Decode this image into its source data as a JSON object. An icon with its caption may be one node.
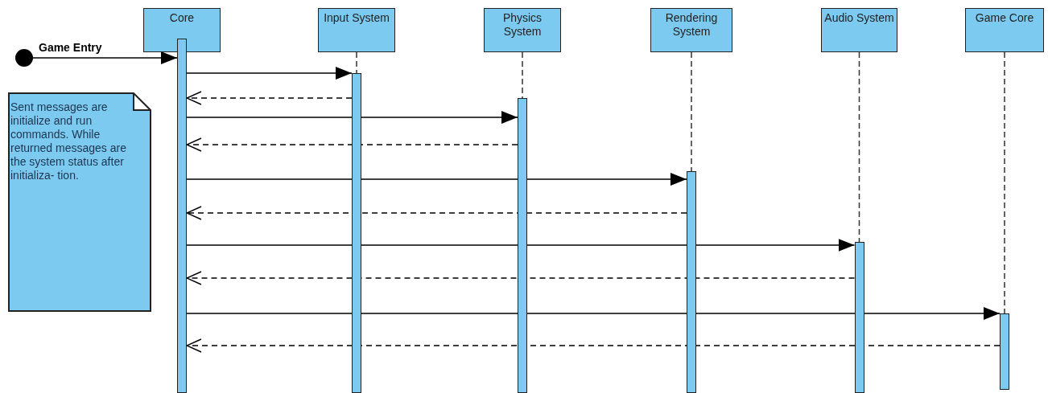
{
  "diagram": {
    "nodes": [
      {
        "text": [
          "Core"
        ]
      },
      {
        "text": [
          "Input System"
        ]
      },
      {
        "text": [
          "Physics System"
        ]
      },
      {
        "text": [
          "Rendering System"
        ]
      },
      {
        "text": [
          "Audio System"
        ]
      },
      {
        "text": [
          "Game Core"
        ]
      },
      {
        "text": [],
        "shape": "circle"
      },
      {
        "text": [
          "Sent messages are initialize and run commands. While returned messages are the system status after initializa- tion."
        ]
      },
      {
        "text": [],
        "shape": "bar"
      },
      {
        "text": [],
        "shape": "bar"
      },
      {
        "text": [],
        "shape": "bar"
      },
      {
        "text": [],
        "shape": "bar"
      },
      {
        "text": [],
        "shape": "bar"
      },
      {
        "text": [],
        "shape": "bar"
      }
    ],
    "edges": [
      {
        "from": 6,
        "to": 8,
        "arrow": "to",
        "label": "Game Entry"
      },
      {
        "from": 8,
        "to": 9,
        "arrow": "to"
      },
      {
        "from": 9,
        "to": 8,
        "arrow": "to",
        "style": "dashed"
      },
      {
        "from": 8,
        "to": 10,
        "arrow": "to"
      },
      {
        "from": 10,
        "to": 8,
        "arrow": "to",
        "style": "dashed"
      },
      {
        "from": 8,
        "to": 11,
        "arrow": "to"
      },
      {
        "from": 11,
        "to": 8,
        "arrow": "to",
        "style": "dashed"
      },
      {
        "from": 8,
        "to": 12,
        "arrow": "to"
      },
      {
        "from": 12,
        "to": 8,
        "arrow": "to",
        "style": "dashed"
      },
      {
        "from": 8,
        "to": 13,
        "arrow": "to"
      },
      {
        "from": 13,
        "to": 8,
        "arrow": "to",
        "style": "dashed"
      },
      {
        "from": 1,
        "to": 9,
        "arrow": "none",
        "style": "dashed"
      },
      {
        "from": 2,
        "to": 10,
        "arrow": "none",
        "style": "dashed"
      },
      {
        "from": 3,
        "to": 11,
        "arrow": "none",
        "style": "dashed"
      },
      {
        "from": 4,
        "to": 12,
        "arrow": "none",
        "style": "dashed"
      },
      {
        "from": 5,
        "to": 13,
        "arrow": "none",
        "style": "dashed"
      }
    ]
  }
}
